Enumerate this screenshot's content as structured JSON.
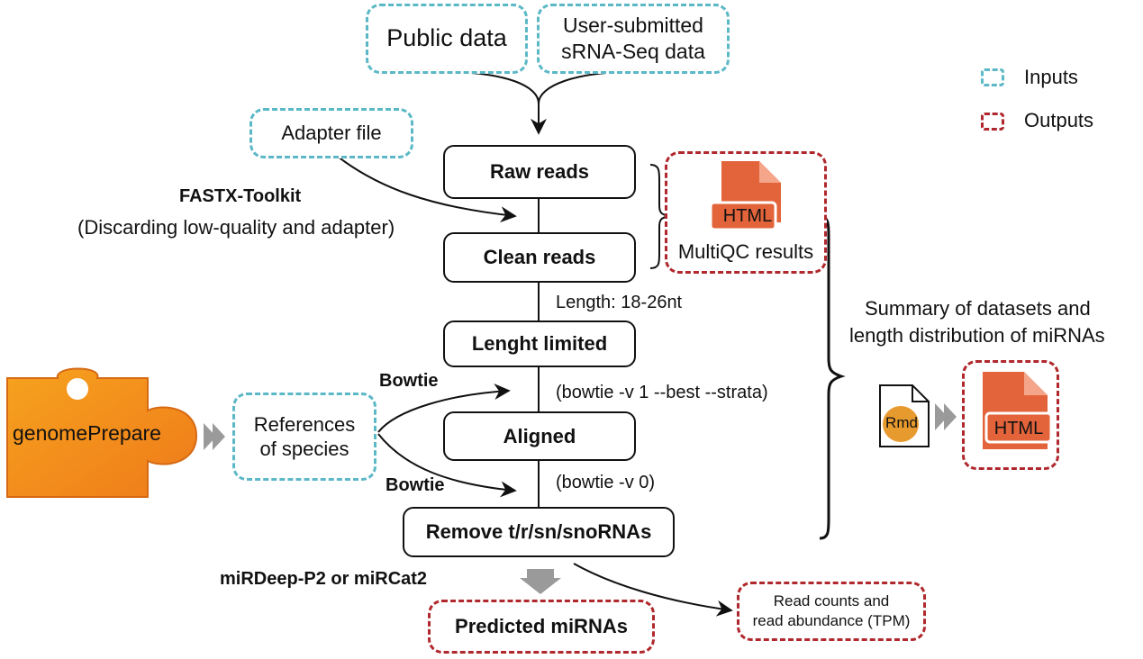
{
  "inputs": {
    "public_data": "Public data",
    "user_submitted": [
      "User-submitted",
      "sRNA-Seq data"
    ],
    "adapter_file": "Adapter file",
    "references": [
      "References",
      "of species"
    ]
  },
  "steps": {
    "raw_reads": "Raw reads",
    "clean_reads": "Clean reads",
    "length_limited": "Lenght limited",
    "aligned": "Aligned",
    "remove": "Remove t/r/sn/snoRNAs"
  },
  "tools": {
    "fastx": "FASTX-Toolkit",
    "fastx_desc": "(Discarding low-quality and adapter)",
    "bowtie_top": "Bowtie",
    "bowtie_bottom": "Bowtie",
    "mirdeep": "miRDeep-P2 or miRCat2"
  },
  "notes": {
    "length": "Length: 18-26nt",
    "bowtie_params1": "(bowtie -v 1 --best --strata)",
    "bowtie_params2": "(bowtie -v 0)"
  },
  "outputs": {
    "multiqc_html": "HTML",
    "multiqc_label": "MultiQC results",
    "summary_line1": "Summary of datasets and",
    "summary_line2": "length distribution of miRNAs",
    "summary_html": "HTML",
    "rmd": "Rmd",
    "predicted": "Predicted miRNAs",
    "read_counts": [
      "Read counts and",
      "read abundance (TPM)"
    ]
  },
  "genome_prepare": "genomePrepare",
  "legend": {
    "inputs": "Inputs",
    "outputs": "Outputs"
  },
  "colors": {
    "input_border": "#5bb8c6",
    "output_border": "#b0282d",
    "html_orange": "#e3643a",
    "puzzle_orange": "#f28a1e",
    "rmd_circle": "#e79a2e",
    "arrow_gray": "#9a9a9a"
  }
}
